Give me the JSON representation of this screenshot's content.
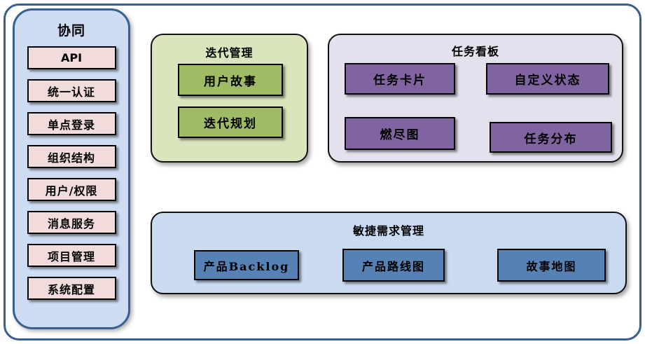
{
  "colors": {
    "outer-border": "#376092",
    "sidebar-bg": "#cddcf2",
    "pink-box": "#f2dcdb",
    "green-panel-bg": "#d8e5bd",
    "green-box": "#9fbb63",
    "purple-panel-bg": "#e5e0ed",
    "purple-box": "#8064a2",
    "blue-panel-bg": "#c9daf1",
    "blue-box": "#5681b5"
  },
  "sidebar": {
    "title": "协同",
    "items": [
      "API",
      "统一认证",
      "单点登录",
      "组织结构",
      "用户/权限",
      "消息服务",
      "项目管理",
      "系统配置"
    ]
  },
  "iteration_panel": {
    "title": "迭代管理",
    "items": [
      "用户故事",
      "迭代规划"
    ]
  },
  "taskboard_panel": {
    "title": "任务看板",
    "items": [
      "任务卡片",
      "自定义状态",
      "燃尽图",
      "任务分布"
    ]
  },
  "requirements_panel": {
    "title": "敏捷需求管理",
    "items": [
      "产品Backlog",
      "产品路线图",
      "故事地图"
    ]
  }
}
